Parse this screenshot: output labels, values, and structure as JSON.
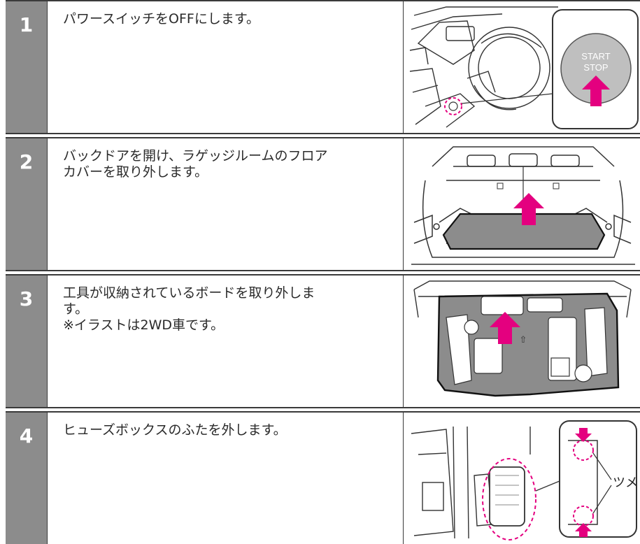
{
  "colors": {
    "number_column": "#8c8c8c",
    "number_text": "#ffffff",
    "border": "#3a3a3a",
    "accent_arrow": "#e4007f",
    "callout_dash": "#e4007f"
  },
  "steps": [
    {
      "number": "1",
      "text": "パワースイッチをOFFにします。",
      "illustration": {
        "icon": "start-stop-button-illustration",
        "button_line1": "START",
        "button_line2": "STOP"
      }
    },
    {
      "number": "2",
      "text": "バックドアを開け、ラゲッジルームのフロア\nカバーを取り外します。",
      "illustration": {
        "icon": "luggage-floor-cover-illustration"
      }
    },
    {
      "number": "3",
      "text": "工具が収納されているボードを取り外しま\nす。\n※イラストは2WD車です。",
      "illustration": {
        "icon": "tool-board-illustration"
      }
    },
    {
      "number": "4",
      "text": "ヒューズボックスのふたを外します。",
      "illustration": {
        "icon": "fuse-box-cover-illustration",
        "callout_label": "ツメ"
      }
    }
  ]
}
